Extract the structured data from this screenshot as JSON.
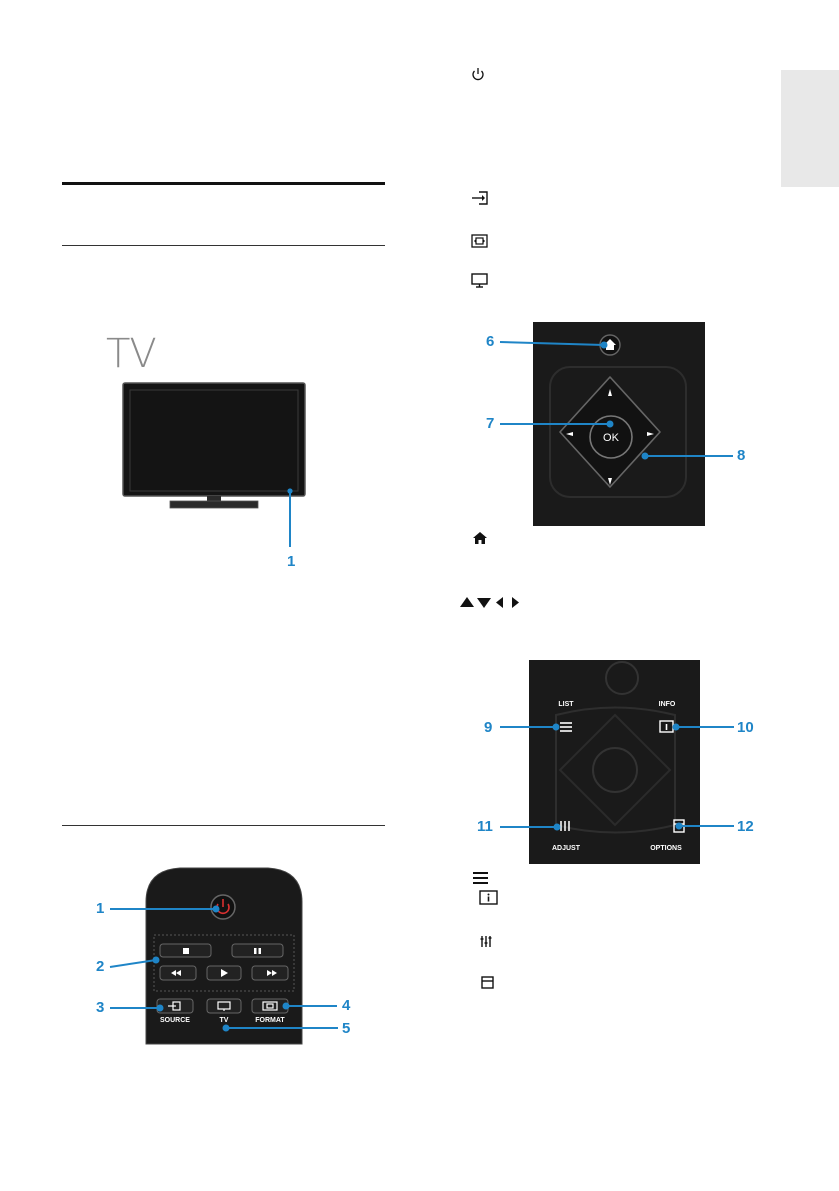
{
  "tv_figure": {
    "title": "TV",
    "callouts": [
      "1"
    ]
  },
  "remote_top": {
    "labels": {
      "source": "SOURCE",
      "tv": "TV",
      "format": "FORMAT"
    },
    "callouts": [
      "1",
      "2",
      "3",
      "4",
      "5"
    ]
  },
  "remote_nav": {
    "ok_label": "OK",
    "callouts": [
      "6",
      "7",
      "8"
    ]
  },
  "remote_bottom": {
    "labels": {
      "list": "LIST",
      "info": "INFO",
      "adjust": "ADJUST",
      "options": "OPTIONS"
    },
    "callouts": [
      "9",
      "10",
      "11",
      "12"
    ]
  },
  "icons": [
    "power-icon",
    "source-icon",
    "format-icon",
    "tv-icon",
    "home-icon",
    "arrows-icon",
    "list-icon",
    "info-icon",
    "adjust-icon",
    "options-icon"
  ],
  "colors": {
    "callout": "#1f85c7",
    "tab": "#e8e8e8",
    "remote_body": "#1a1a1a"
  }
}
